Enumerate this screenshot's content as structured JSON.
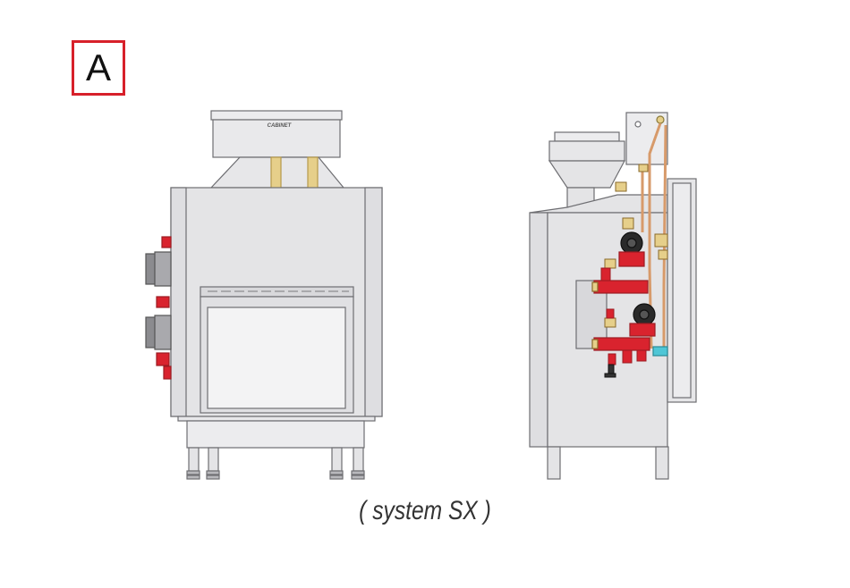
{
  "figure": {
    "panel_label": "A",
    "caption": "( system SX )",
    "brand_mark": "CABINET"
  },
  "colors": {
    "accent_red": "#d7202a",
    "body_fill": "#e4e4e6",
    "outline": "#6e6e72",
    "brass": "#e6cf8a",
    "pipe_red": "#d9232e",
    "copper": "#d79a6a",
    "glass": "#f3f3f4",
    "cyan_valve": "#4fc6d6"
  },
  "icons": {
    "front_view": "fireplace-front-icon",
    "side_view": "fireplace-side-icon",
    "pump": "circulator-pump-icon"
  }
}
